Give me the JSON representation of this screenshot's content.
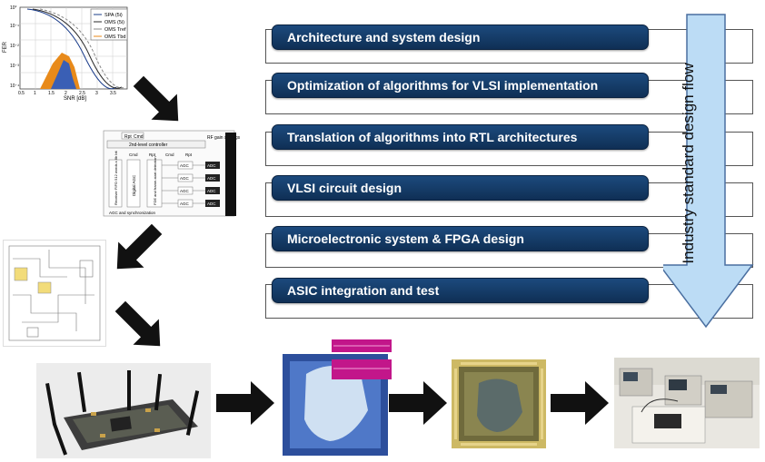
{
  "steps": [
    "Architecture and system design",
    "Optimization of algorithms for VLSI implementation",
    "Translation of algorithms into RTL architectures",
    "VLSI circuit design",
    "Microelectronic system & FPGA design",
    "ASIC integration and test"
  ],
  "flow_label": "Industry standard design flow",
  "ber_plot": {
    "ylabel": "FER",
    "xlabel": "SNR [dB]",
    "legend": [
      "SPA (5i)",
      "OMS (5i)",
      "OMS Tref",
      "OMS Tbd"
    ],
    "yticks": [
      "10°",
      "10⁻¹",
      "10⁻²",
      "10⁻³",
      "10⁻⁴"
    ],
    "xticks": [
      "0.5",
      "1",
      "1.5",
      "2",
      "2.5",
      "3",
      "3.5"
    ]
  },
  "block_diagram": {
    "top_labels": [
      "Rpt",
      "Cmd"
    ],
    "controller": "2nd-level controller",
    "gain": "RF gain settings",
    "sub_labels": [
      "Cmd",
      "Rpt",
      "Cmd",
      "Rpt"
    ],
    "left_block": "Receiver FIFO 512 words x 8b bit",
    "mid_block": "Digital AGC",
    "fde_block": "FDE and frame-start detection",
    "agc_labels": [
      "AGC",
      "AGC",
      "AGC",
      "AGC"
    ],
    "adc_labels": [
      "ADC",
      "ADC",
      "ADC",
      "ADC"
    ],
    "footer": "AGC and synchronization"
  },
  "colors": {
    "pill": "#123a66",
    "arrow_fill": "#bcdcf5",
    "chip_pink": "#c2168a"
  }
}
